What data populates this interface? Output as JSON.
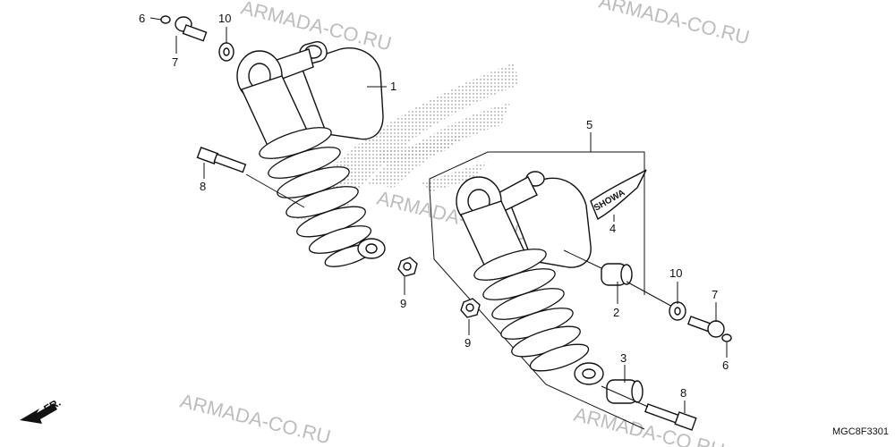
{
  "watermark": {
    "text": "ARMADA-CO.RU"
  },
  "drawing_code": "MGC8F3301",
  "front_indicator": "FR.",
  "decal_text": "SHOWA",
  "callouts": [
    {
      "id": "c6a",
      "label": "6"
    },
    {
      "id": "c7a",
      "label": "7"
    },
    {
      "id": "c10a",
      "label": "10"
    },
    {
      "id": "c1",
      "label": "1"
    },
    {
      "id": "c8a",
      "label": "8"
    },
    {
      "id": "c9a",
      "label": "9"
    },
    {
      "id": "c5",
      "label": "5"
    },
    {
      "id": "c4",
      "label": "4"
    },
    {
      "id": "c10b",
      "label": "10"
    },
    {
      "id": "c7b",
      "label": "7"
    },
    {
      "id": "c2",
      "label": "2"
    },
    {
      "id": "c9b",
      "label": "9"
    },
    {
      "id": "c3",
      "label": "3"
    },
    {
      "id": "c6b",
      "label": "6"
    },
    {
      "id": "c8b",
      "label": "8"
    }
  ]
}
